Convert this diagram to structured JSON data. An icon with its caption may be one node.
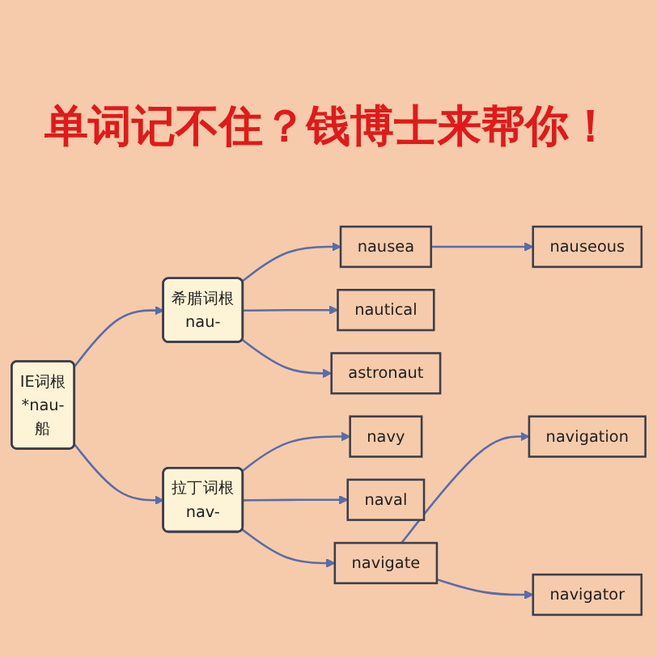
{
  "diagram": {
    "title": "单词记不住？钱博士来帮你！",
    "nodes": [
      {
        "text": [
          "IE词根",
          "*nau-",
          "船"
        ]
      },
      {
        "text": [
          "希腊词根",
          "nau-"
        ]
      },
      {
        "text": [
          "nausea"
        ]
      },
      {
        "text": [
          "nauseous"
        ]
      },
      {
        "text": [
          "nautical"
        ]
      },
      {
        "text": [
          "astronaut"
        ]
      },
      {
        "text": [
          "拉丁词根",
          "nav-"
        ]
      },
      {
        "text": [
          "navy"
        ]
      },
      {
        "text": [
          "naval"
        ]
      },
      {
        "text": [
          "navigate"
        ]
      },
      {
        "text": [
          "navigation"
        ]
      },
      {
        "text": [
          "navigator"
        ]
      }
    ],
    "edges": [
      {
        "from": 0,
        "to": 1,
        "arrow": "to"
      },
      {
        "from": 0,
        "to": 6,
        "arrow": "to"
      },
      {
        "from": 1,
        "to": 2,
        "arrow": "to"
      },
      {
        "from": 1,
        "to": 4,
        "arrow": "to"
      },
      {
        "from": 1,
        "to": 5,
        "arrow": "to"
      },
      {
        "from": 2,
        "to": 3,
        "arrow": "to"
      },
      {
        "from": 6,
        "to": 7,
        "arrow": "to"
      },
      {
        "from": 6,
        "to": 8,
        "arrow": "to"
      },
      {
        "from": 6,
        "to": 9,
        "arrow": "to"
      },
      {
        "from": 9,
        "to": 10,
        "arrow": "to"
      },
      {
        "from": 9,
        "to": 11,
        "arrow": "to"
      }
    ]
  }
}
